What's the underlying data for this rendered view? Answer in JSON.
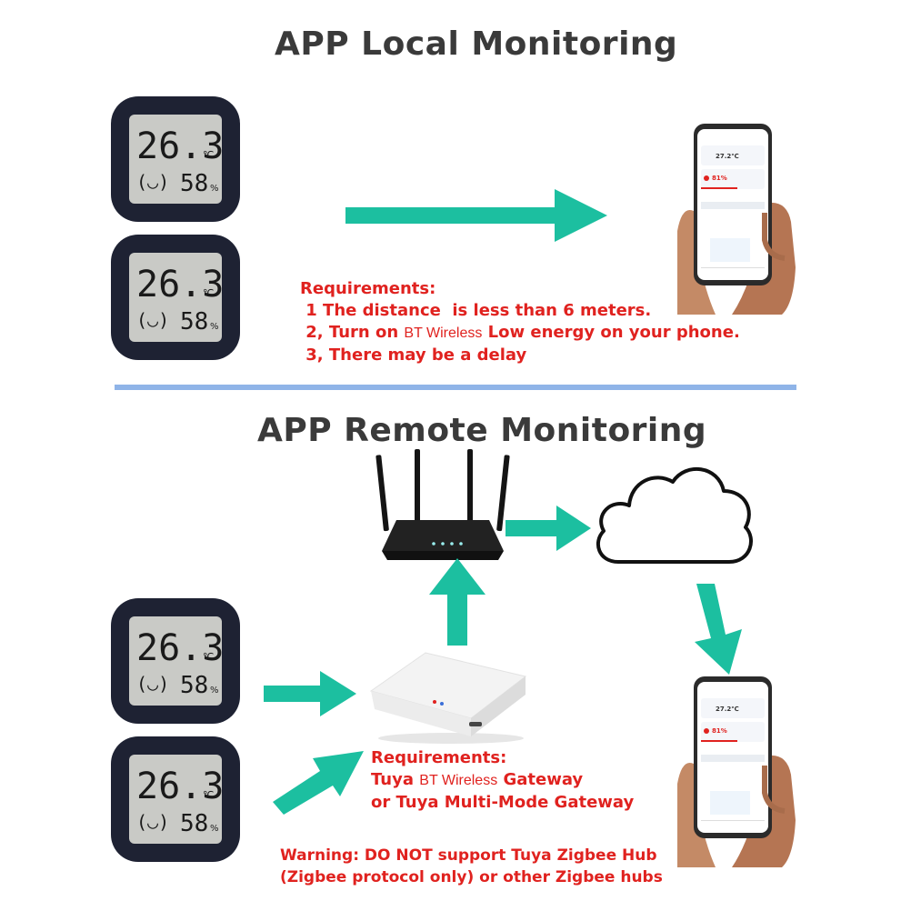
{
  "local": {
    "title": "APP Local  Monitoring",
    "requirements": {
      "heading": "Requirements:",
      "line1": " 1 The distance  is less than 6 meters.",
      "line2_pre": " 2, Turn on ",
      "line2_mid": "BT Wireless",
      "line2_post": " Low energy on your phone.",
      "line3": " 3, There may be a delay"
    }
  },
  "remote": {
    "title": "APP Remote Monitoring",
    "requirements": {
      "heading": "Requirements:",
      "line1_pre": "Tuya ",
      "line1_mid": "BT Wireless",
      "line1_post": " Gateway",
      "line2": "or Tuya Multi-Mode Gateway"
    },
    "warning": {
      "line1": "Warning: DO NOT support Tuya Zigbee Hub",
      "line2": "(Zigbee protocol only) or other Zigbee hubs"
    }
  },
  "sensor": {
    "temperature": "26.3",
    "temp_unit": "℃",
    "humidity": "58",
    "humidity_unit": "%",
    "face": "(◡)"
  },
  "phone": {
    "temperature": "27.2℃",
    "humidity": "81%"
  },
  "colors": {
    "arrow": "#1cbfa0",
    "requirement_text": "#e0221f",
    "divider": "#8fb4e8",
    "title": "#3a3a3a"
  }
}
